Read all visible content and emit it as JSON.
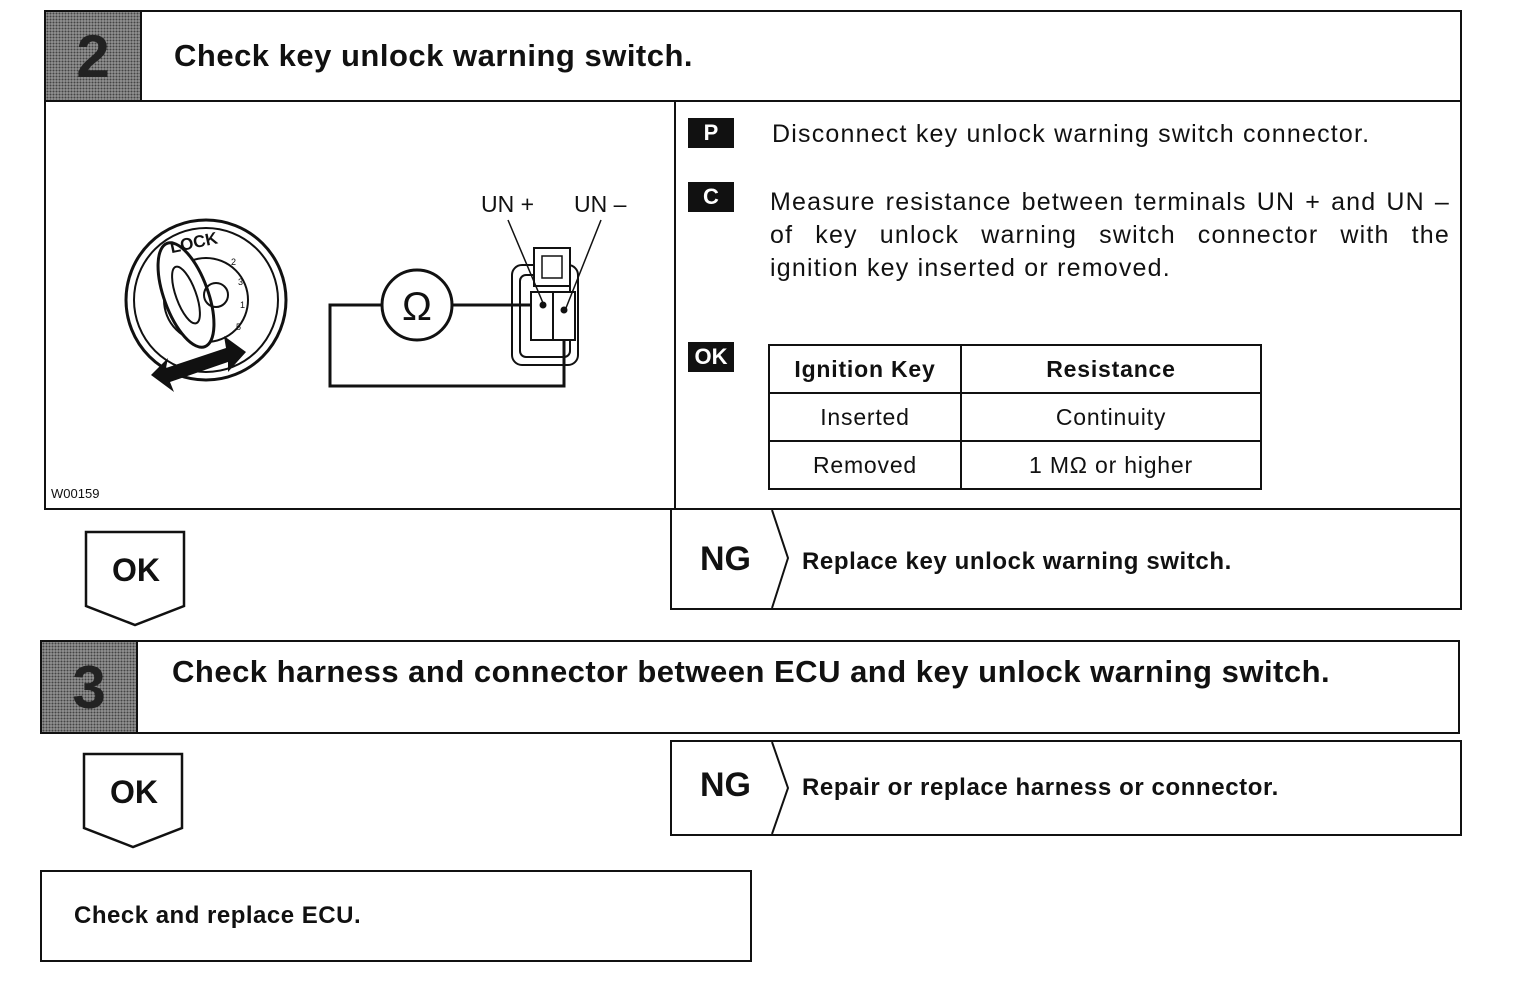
{
  "step2": {
    "number": "2",
    "title": "Check key unlock warning switch.",
    "figure": {
      "code": "W00159",
      "lock_label": "LOCK",
      "ohm_symbol": "Ω",
      "terminal_plus": "UN +",
      "terminal_minus": "UN –"
    },
    "prep": {
      "badge": "P",
      "text": "Disconnect key unlock warning switch connector."
    },
    "check": {
      "badge": "C",
      "text": "Measure resistance between terminals UN + and UN – of key unlock warning switch connector with the ignition key inserted or removed."
    },
    "ok_spec": {
      "badge": "OK",
      "headers": [
        "Ignition Key",
        "Resistance"
      ],
      "rows": [
        [
          "Inserted",
          "Continuity"
        ],
        [
          "Removed",
          "1 MΩ or higher"
        ]
      ]
    },
    "ok_arrow": "OK",
    "ng": {
      "label": "NG",
      "text": "Replace key unlock warning switch."
    }
  },
  "step3": {
    "number": "3",
    "title": "Check harness and connector between ECU and key unlock warning switch.",
    "ok_arrow": "OK",
    "ng": {
      "label": "NG",
      "text": "Repair or replace harness or connector."
    }
  },
  "final": {
    "text": "Check and replace ECU."
  }
}
